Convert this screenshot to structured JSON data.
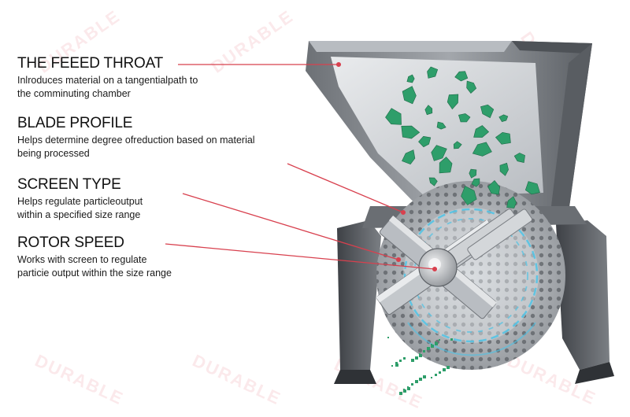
{
  "watermark": {
    "text": "DURABLE",
    "color": "#d7283c"
  },
  "labels": {
    "feed_throat": {
      "title": "THE FEEED THROAT",
      "description_lines": [
        "Inlroduces material on a tangentialpath to",
        "the comminuting chamber"
      ]
    },
    "blade_profile": {
      "title": "BLADE PROFILE",
      "description_lines": [
        "Helps determine degree ofreduction based on material",
        "being processed"
      ]
    },
    "screen_type": {
      "title": "SCREEN TYPE",
      "description_lines": [
        "Helps regulate particleoutput",
        "within a specified size range"
      ]
    },
    "rotor_speed": {
      "title": "ROTOR SPEED",
      "description_lines": [
        "Works with screen to regulate",
        "particie output within the size range"
      ]
    }
  },
  "colors": {
    "leader_line": "#d8404e",
    "housing_dark": "#4a4d52",
    "housing_mid": "#8a8e93",
    "housing_light": "#c9ccd0",
    "particle": "#2e9e6a",
    "screen_glow": "#4fc3e6"
  }
}
